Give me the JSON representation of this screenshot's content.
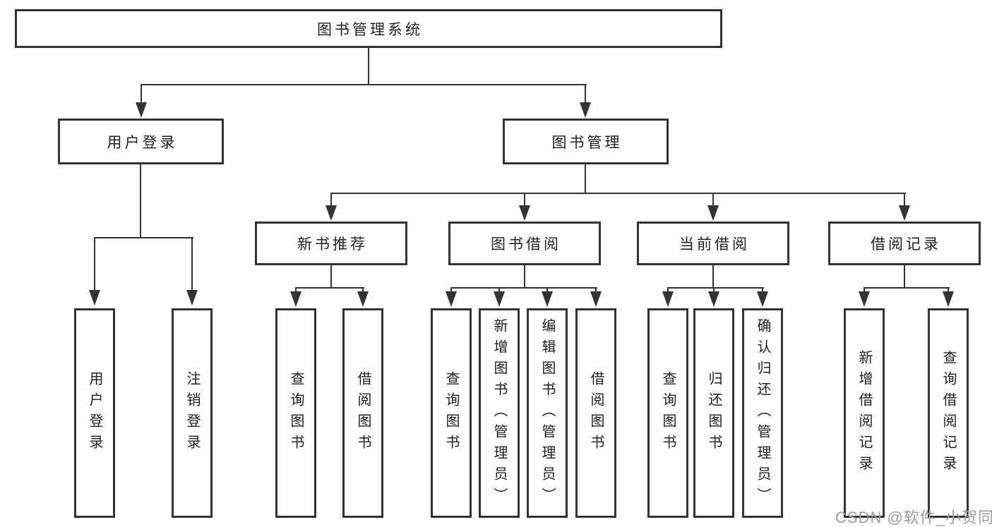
{
  "root": {
    "label": "图书管理系统"
  },
  "branches": {
    "user_login": {
      "label": "用户登录",
      "leaves": [
        "用户登录",
        "注销登录"
      ]
    },
    "book_management": {
      "label": "图书管理",
      "sections": [
        {
          "label": "新书推荐",
          "leaves": [
            "查询图书",
            "借阅图书"
          ]
        },
        {
          "label": "图书借阅",
          "leaves": [
            "查询图书",
            "新增图书（管理员）",
            "编辑图书（管理员）",
            "借阅图书"
          ]
        },
        {
          "label": "当前借阅",
          "leaves": [
            "查询图书",
            "归还图书",
            "确认归还（管理员）"
          ]
        },
        {
          "label": "借阅记录",
          "leaves": [
            "新增借阅记录",
            "查询借阅记录"
          ]
        }
      ]
    }
  },
  "watermark": "CSDN @软件_小贺同学",
  "colors": {
    "line": "#333333",
    "text": "#1f1f1f",
    "background": "#ffffff",
    "watermark": "#9c9c9c"
  }
}
